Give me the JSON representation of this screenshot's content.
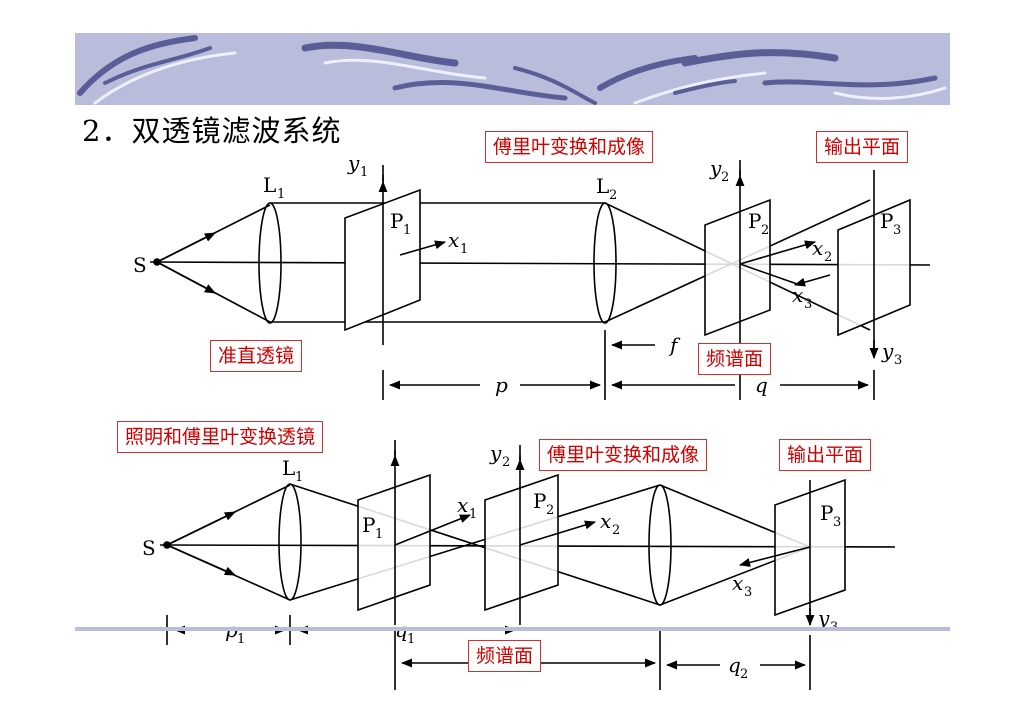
{
  "slide": {
    "title": "2．双透镜滤波系统"
  },
  "callouts": {
    "top_fourier_imaging": "傅里叶变换和成像",
    "top_output_plane": "输出平面",
    "top_collimating_lens": "准直透镜",
    "top_spectrum_plane": "频谱面",
    "bottom_illum_fourier_lens": "照明和傅里叶变换透镜",
    "bottom_fourier_imaging": "傅里叶变换和成像",
    "bottom_output_plane": "输出平面",
    "bottom_spectrum_plane": "频谱面"
  },
  "labels": {
    "source": "S",
    "lens1": "L",
    "lens1_sub": "1",
    "lens2": "L",
    "lens2_sub": "2",
    "p1": "P",
    "p1_sub": "1",
    "p2": "P",
    "p2_sub": "2",
    "p3": "P",
    "p3_sub": "3",
    "x": "x",
    "y": "y",
    "sub1": "1",
    "sub2": "2",
    "sub3": "3",
    "f": "f",
    "p": "p",
    "q": "q"
  },
  "colors": {
    "callout_border": "#d03030",
    "callout_text": "#d00000",
    "banner": "#b9bcda",
    "swoosh": "#5a5e96"
  }
}
